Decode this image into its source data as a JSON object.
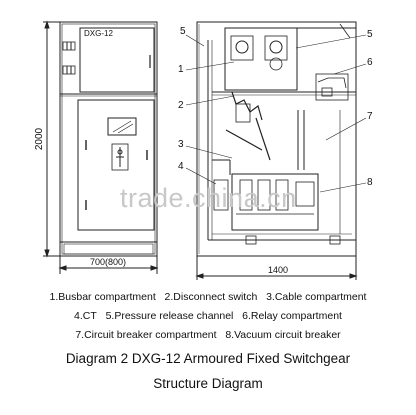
{
  "front_view": {
    "label": "DXG-12",
    "height_dim": "2000",
    "width_dim": "700(800)"
  },
  "side_view": {
    "width_dim": "1400",
    "callouts": [
      "5",
      "1",
      "2",
      "3",
      "4",
      "5",
      "6",
      "7",
      "8"
    ]
  },
  "watermark": "trade.china.cn",
  "legend": {
    "row1": [
      "1.Busbar compartment",
      "2.Disconnect switch",
      "3.Cable compartment"
    ],
    "row2": [
      "4.CT",
      "5.Pressure release channel",
      "6.Relay compartment"
    ],
    "row3": [
      "7.Circuit breaker compartment",
      "8.Vacuum circuit breaker"
    ]
  },
  "caption": {
    "line1": "Diagram 2 DXG-12 Armoured Fixed Switchgear",
    "line2": "Structure Diagram"
  }
}
